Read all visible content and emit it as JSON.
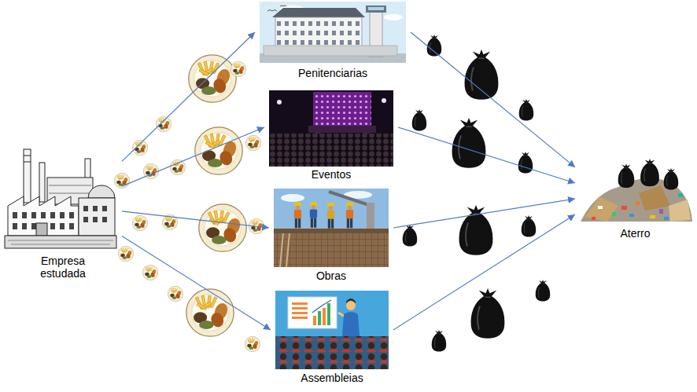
{
  "diagram": {
    "nodes": [
      {
        "text": [
          "Empresa estudada"
        ]
      },
      {
        "text": [
          "Penitenciarias"
        ]
      },
      {
        "text": [
          "Eventos"
        ]
      },
      {
        "text": [
          "Obras"
        ]
      },
      {
        "text": [
          "Assembleias"
        ]
      },
      {
        "text": [
          "Aterro"
        ]
      }
    ],
    "edges": [
      {
        "from": 0,
        "to": 1,
        "arrow": "to"
      },
      {
        "from": 0,
        "to": 2,
        "arrow": "to"
      },
      {
        "from": 0,
        "to": 3,
        "arrow": "to"
      },
      {
        "from": 0,
        "to": 4,
        "arrow": "to"
      },
      {
        "from": 1,
        "to": 5,
        "arrow": "to"
      },
      {
        "from": 2,
        "to": 5,
        "arrow": "to"
      },
      {
        "from": 3,
        "to": 5,
        "arrow": "to"
      },
      {
        "from": 4,
        "to": 5,
        "arrow": "to"
      }
    ]
  }
}
